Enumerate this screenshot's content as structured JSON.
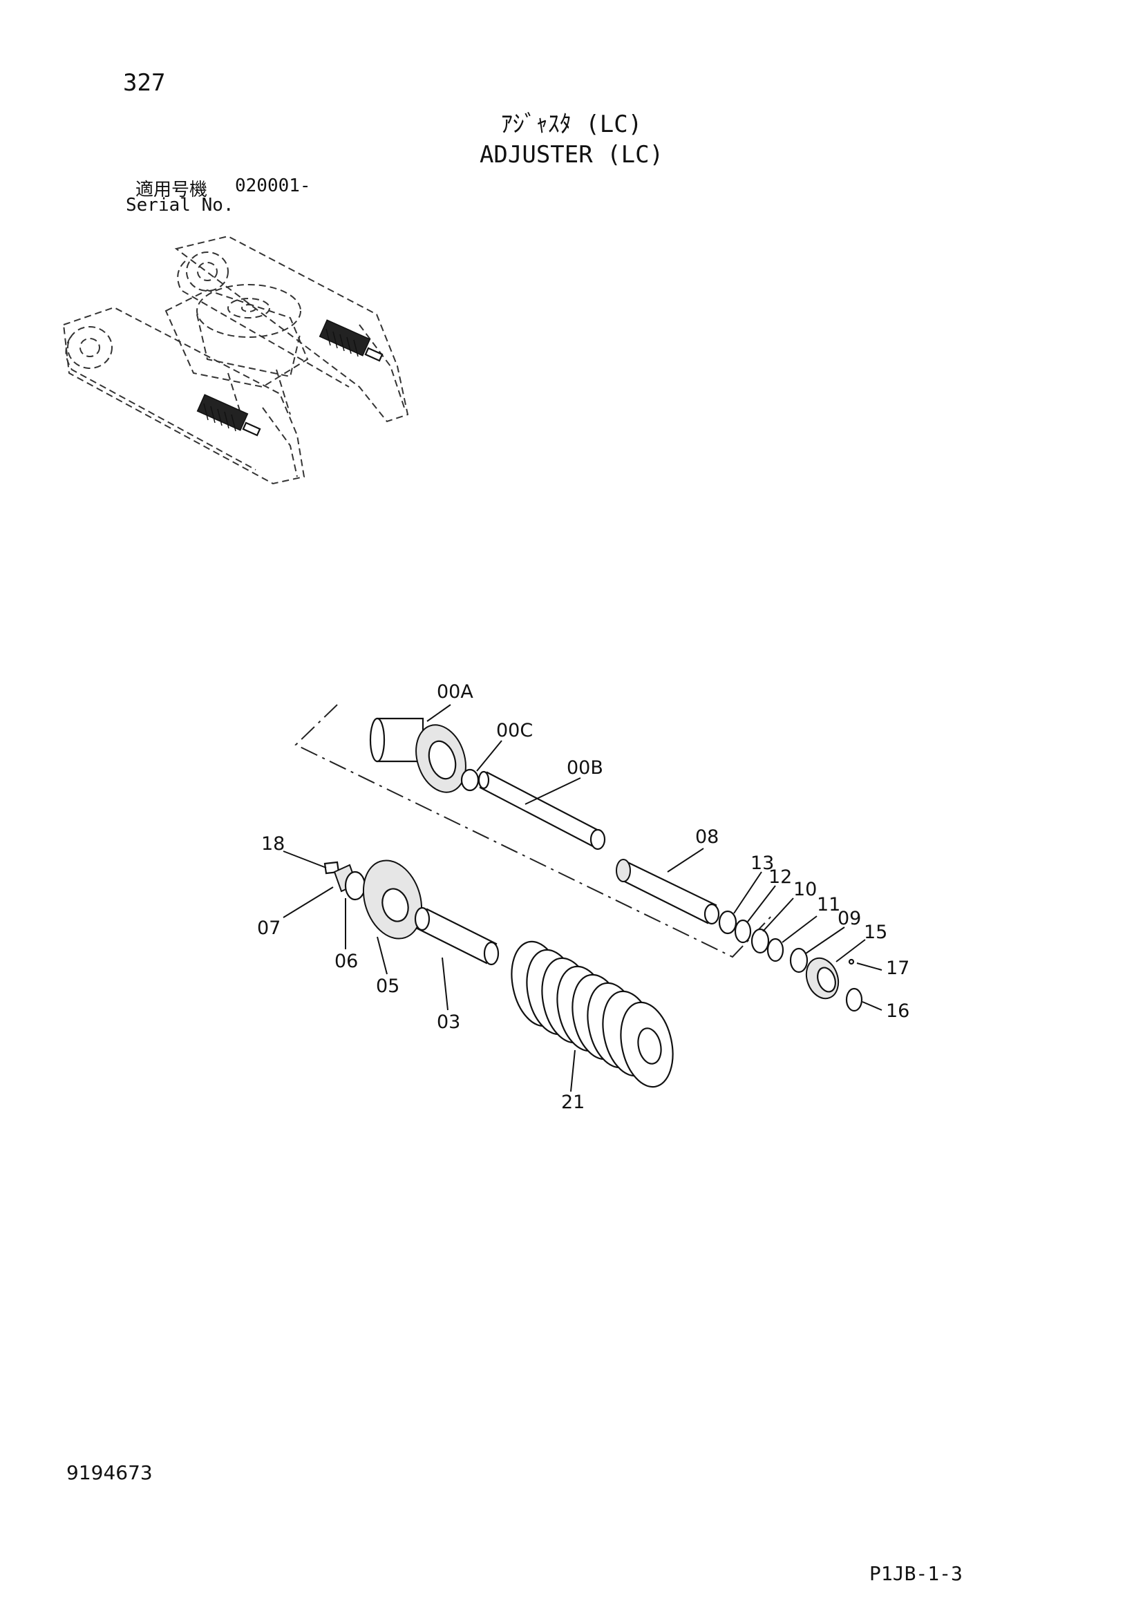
{
  "header": {
    "page_number": "327",
    "title_jp": "ｱｼﾞｬｽﾀ (LC)",
    "title_en": "ADJUSTER (LC)",
    "serial_label_jp": "適用号機",
    "serial_value": "020001-",
    "serial_label_en": "Serial No."
  },
  "callouts": {
    "c00A": "00A",
    "c00C": "00C",
    "c00B": "00B",
    "c08": "08",
    "c13": "13",
    "c12": "12",
    "c10": "10",
    "c11": "11",
    "c09": "09",
    "c15": "15",
    "c17": "17",
    "c16": "16",
    "c18": "18",
    "c07": "07",
    "c06": "06",
    "c05": "05",
    "c03": "03",
    "c21": "21"
  },
  "footer": {
    "doc_number": "9194673",
    "page_code": "P1JB-1-3"
  }
}
